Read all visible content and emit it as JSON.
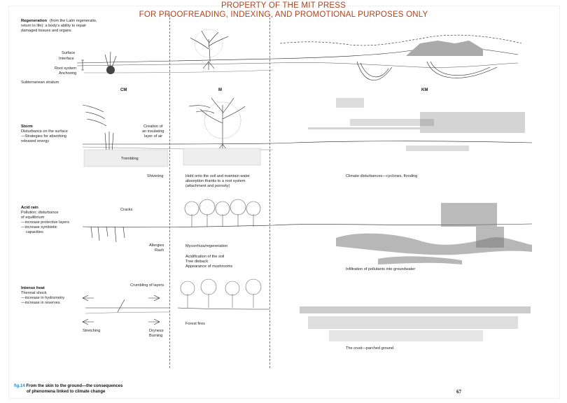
{
  "banner": {
    "line1": "PROPERTY OF THE MIT PRESS",
    "line2": "FOR PROOFREADING, INDEXING, AND PROMOTIONAL PURPOSES ONLY"
  },
  "columns": {
    "cm": "CM",
    "m": "M",
    "km": "KM"
  },
  "rows": {
    "regeneration": {
      "title": "Regeneration",
      "desc1": "(from the Latin regeneratio,",
      "desc2": "return to life): a body's ability to repair",
      "desc3": "damaged tissues and organs",
      "surface": "Surface",
      "interface": "Interface",
      "root": "Root system",
      "anchoring": "Anchoring",
      "stratum": "Subterranean stratum"
    },
    "storm": {
      "title": "Storm",
      "desc1": "Disturbance on the surface",
      "desc2": "—Strategies for absorbing",
      "desc3": "released energy",
      "creation1": "Creation of",
      "creation2": "an insulating",
      "creation3": "layer of air",
      "trembling": "Trembling",
      "shivering": "Shivering",
      "m1": "Hold onto the soil and maintain water",
      "m2": "absorption thanks to a root system",
      "m3": "(attachment and porosity)",
      "km": "Climate disturbances—cyclones, flooding"
    },
    "acid": {
      "title": "Acid rain",
      "desc1": "Pollution: disturbance",
      "desc2": "of equilibrium",
      "desc3": "—increase protective layers",
      "desc4": "—increase symbiotic",
      "desc5": "capacities",
      "cracks": "Cracks",
      "allergies": "Allergies",
      "rash": "Rash",
      "m1": "Mycorrhiza/regeneration",
      "m2": "Acidification of the soil",
      "m3": "Tree dieback",
      "m4": "Appearance of mushrooms",
      "km": "Infiltration of pollutants into groundwater"
    },
    "heat": {
      "title": "Intense heat",
      "desc1": "Thermal shock",
      "desc2": "—increase in hydrometry",
      "desc3": "—increase in reserves",
      "crumbling": "Crumbling of layers",
      "stretching": "Stretching",
      "dryness": "Dryness",
      "burning": "Burning",
      "m1": "Forest fires",
      "km": "The crust—parched ground"
    }
  },
  "caption": {
    "fig": "fig.14",
    "line1": "From the skin to the ground—the consequences",
    "line2": "of phenomena linked to climate change"
  },
  "page_number": "67"
}
